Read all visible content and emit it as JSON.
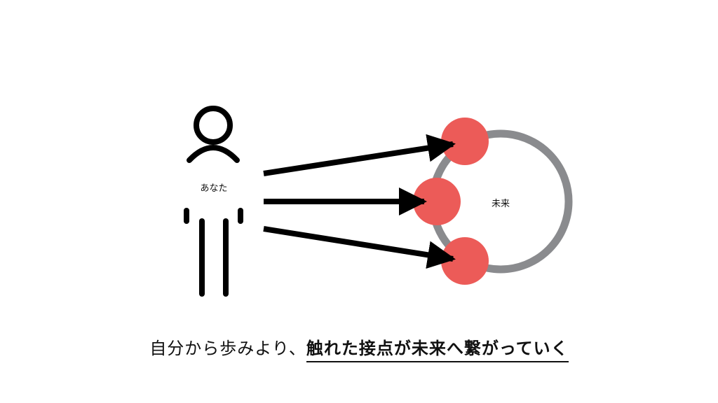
{
  "person": {
    "label": "あなた"
  },
  "future": {
    "label": "未来"
  },
  "caption": {
    "plain": "自分から歩みより、",
    "emphasis": "触れた接点が未来へ繋がっていく"
  },
  "colors": {
    "stroke": "#000000",
    "ring": "#8a8b8e",
    "touchpoint": "#ec5b58"
  }
}
